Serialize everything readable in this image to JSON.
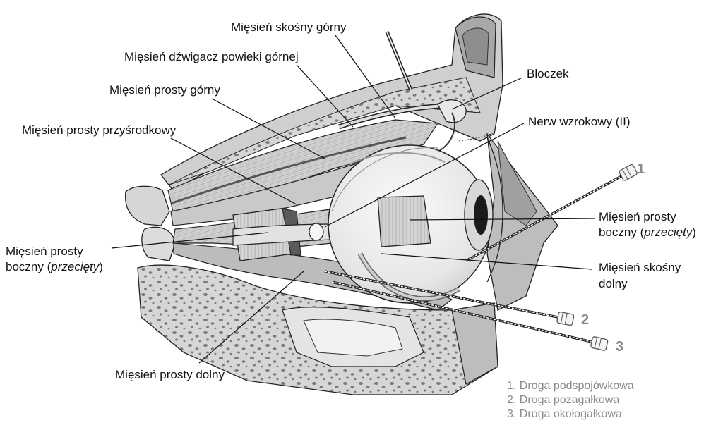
{
  "labels": {
    "superior_oblique": "Mięsień skośny górny",
    "levator_palpebrae": "Mięsień dźwigacz powieki górnej",
    "superior_rectus": "Mięsień prosty górny",
    "medial_rectus": "Mięsień prosty przyśrodkowy",
    "lateral_rectus_left_1": "Mięsień prosty",
    "lateral_rectus_left_2": "boczny (",
    "lateral_rectus_left_cut": "przecięty",
    "lateral_rectus_left_3": ")",
    "inferior_rectus": "Mięsień prosty dolny",
    "trochlea": "Bloczek",
    "optic_nerve": "Nerw wzrokowy (II)",
    "lateral_rectus_right_1": "Mięsień prosty",
    "lateral_rectus_right_2": "boczny (",
    "lateral_rectus_right_cut": "przecięty",
    "lateral_rectus_right_3": ")",
    "inferior_oblique_1": "Mięsień skośny",
    "inferior_oblique_2": "dolny"
  },
  "routes": {
    "num_1": "1",
    "num_2": "2",
    "num_3": "3"
  },
  "legend": {
    "item_1": "1. Droga podspojówkowa",
    "item_2": "2. Droga pozagałkowa",
    "item_3": "3. Droga okołogałkowa"
  },
  "colors": {
    "bone": "#d4d4d4",
    "bone_dark": "#8c8c8c",
    "muscle": "#cfcfcf",
    "globe": "#eeeeee",
    "text": "#111111",
    "legend_text": "#8a8a8a"
  }
}
